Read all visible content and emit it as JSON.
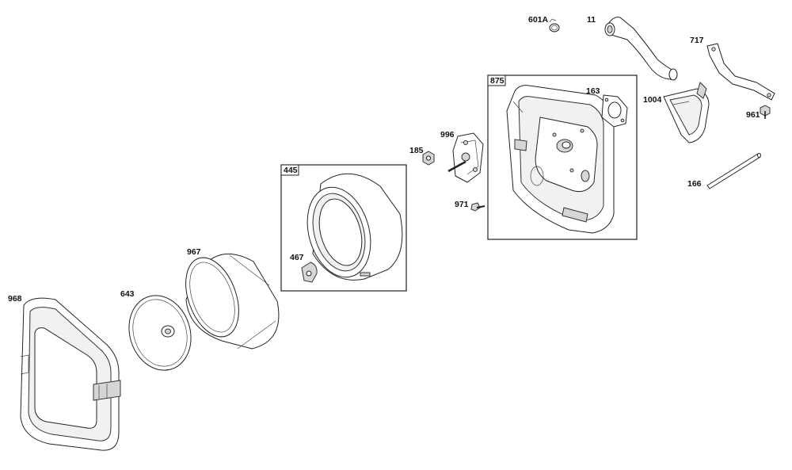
{
  "diagram": {
    "callouts": {
      "c601A": "601A",
      "c11": "11",
      "c717": "717",
      "c875": "875",
      "c163": "163",
      "c1004": "1004",
      "c961": "961",
      "c996": "996",
      "c185": "185",
      "c971": "971",
      "c166": "166",
      "c445": "445",
      "c467": "467",
      "c967": "967",
      "c643": "643",
      "c968": "968"
    }
  }
}
